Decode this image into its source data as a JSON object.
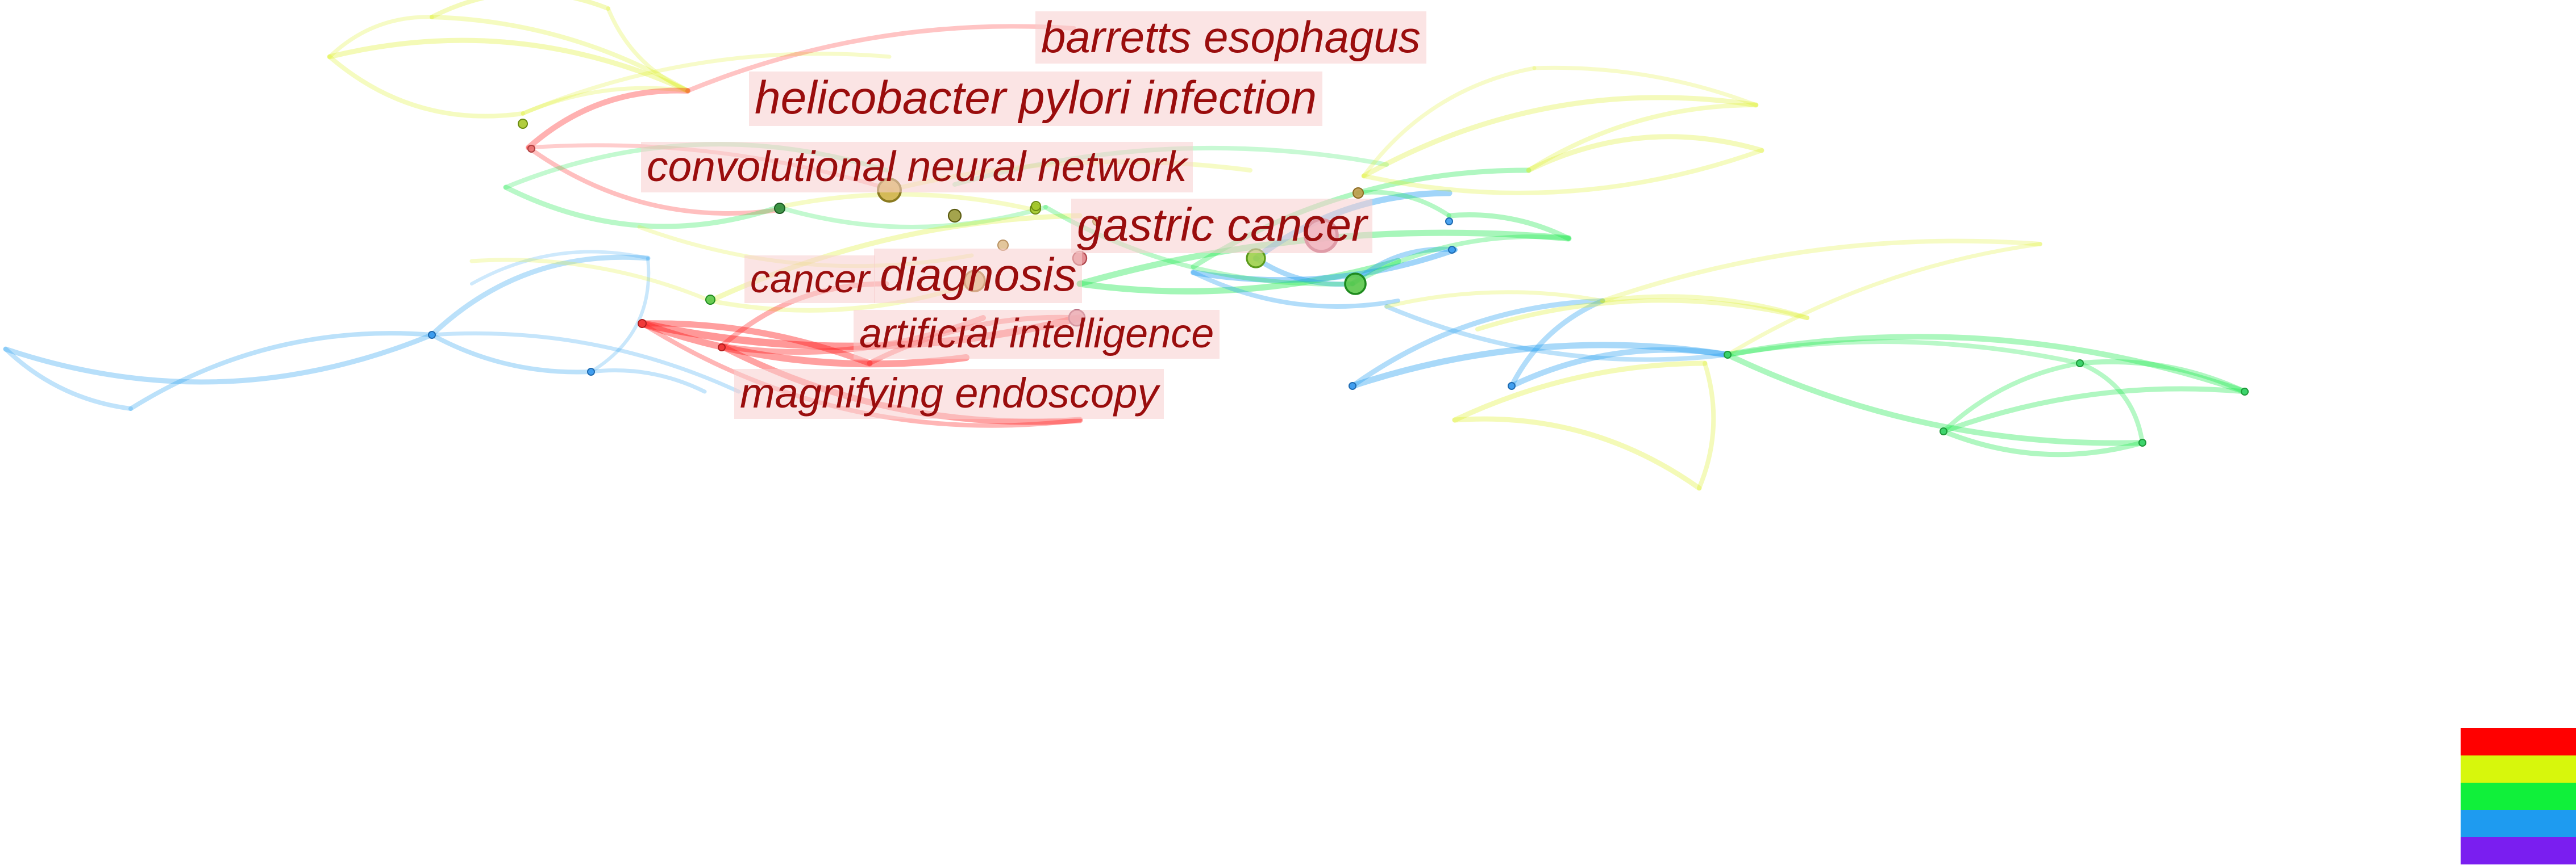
{
  "keywords": {
    "barretts": "barretts esophagus",
    "hpylori": "helicobacter pylori infection",
    "cnn": "convolutional neural network",
    "gastric": "gastric cancer",
    "cancer": "cancer",
    "diagnosis": "diagnosis",
    "ai": "artificial intelligence",
    "magnifying": "magnifying endoscopy"
  },
  "colors": {
    "label_text": "#9a0d0d",
    "label_bg": "#f8cdcd",
    "cluster_red": "#ff1a1a",
    "cluster_yellow": "#dcf01e",
    "cluster_green": "#18e84a",
    "cluster_blue": "#1e9bf0",
    "cluster_purple": "#7a1ef0"
  },
  "legend": {
    "swatch_colors": [
      "#ff0000",
      "#d7f70c",
      "#10f03a",
      "#1e9bf0",
      "#7a1ef0"
    ]
  }
}
